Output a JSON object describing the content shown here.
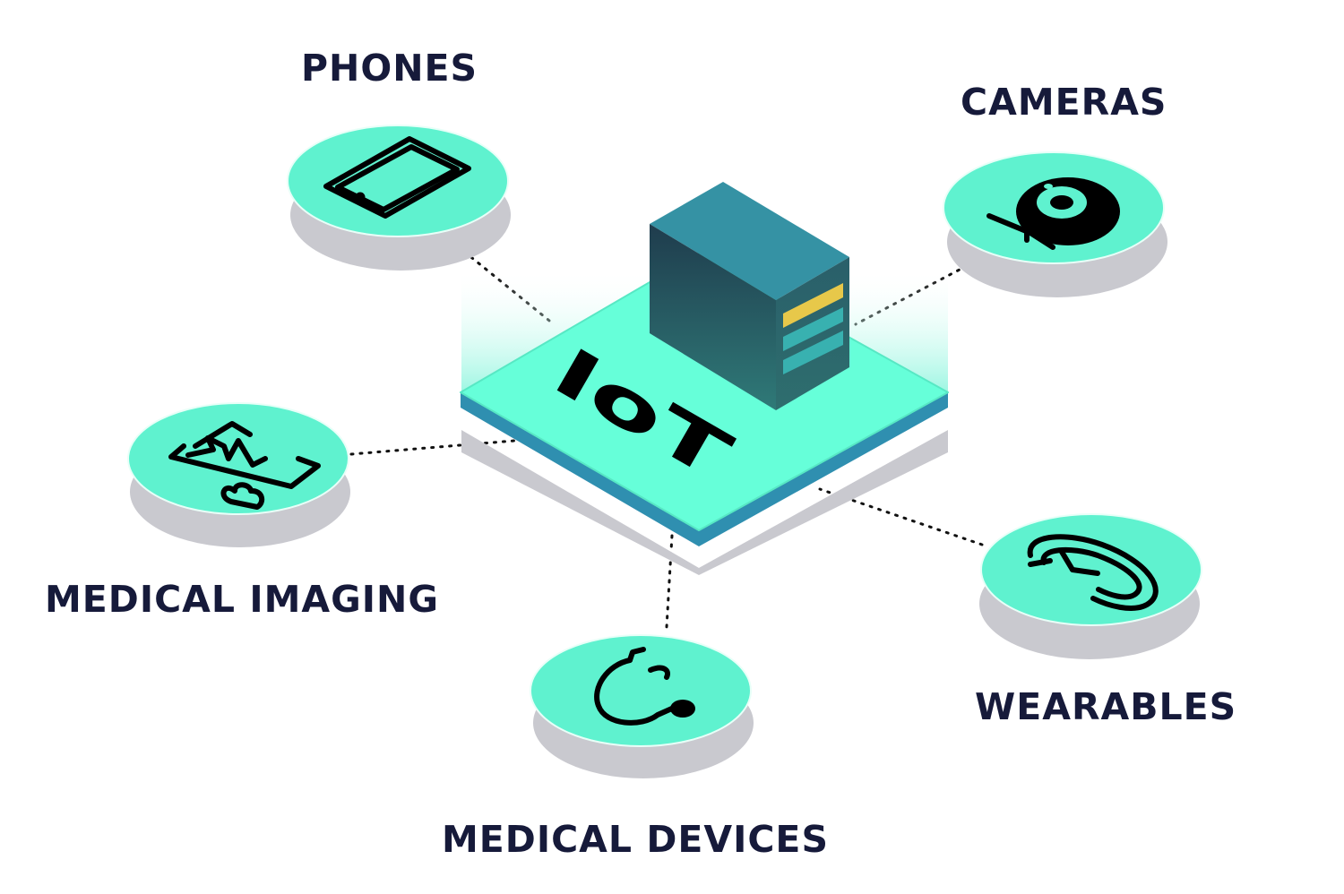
{
  "hub": {
    "label": "IoT",
    "server_icon": "server-tower-icon"
  },
  "nodes": [
    {
      "id": "phones",
      "label": "PHONES",
      "icon": "tablet-icon"
    },
    {
      "id": "cameras",
      "label": "CAMERAS",
      "icon": "webcam-icon"
    },
    {
      "id": "medical_imaging",
      "label": "MEDICAL IMAGING",
      "icon": "heart-scan-icon"
    },
    {
      "id": "wearables",
      "label": "WEARABLES",
      "icon": "wearable-band-icon"
    },
    {
      "id": "medical_devices",
      "label": "MEDICAL DEVICES",
      "icon": "stethoscope-icon"
    }
  ],
  "colors": {
    "node_fill": "#5ff2cf",
    "node_shadow": "#c9c9cf",
    "platform_top": "#66ffd9",
    "platform_edge": "#2f8fb0",
    "server_front": "#2e6f76",
    "server_side": "#2a5d66",
    "server_top": "#3592a4",
    "server_stripe": "#e7c84a",
    "label_text": "#161a3a"
  }
}
